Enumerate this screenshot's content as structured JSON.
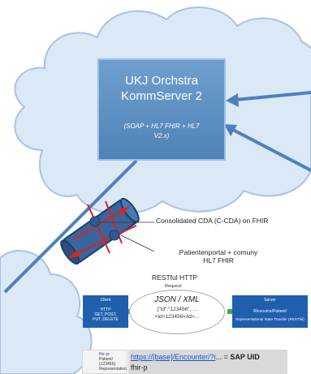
{
  "server": {
    "title_line1": "UKJ Orchstra",
    "title_line2": "KommServer 2",
    "subtitle_line1": "(SOAP + HL7 FHIR + HL7",
    "subtitle_line2": "V2.x)"
  },
  "labels": {
    "cda": "Consolidated CDA (C-CDA) on FHIR",
    "portal_line1": "Patientenportal + comuny",
    "portal_line2": "HL7 FHIR"
  },
  "rest": {
    "title": "RESTful HTTP",
    "request": "Request",
    "client_title": "Client",
    "client_line1": "HTTP",
    "client_line2": "GET, POST,",
    "client_line3": "PUT, DELETE",
    "format": "JSON / XML",
    "json_example": "{\"id\":\"123456\", ...",
    "xml_example": "<id>123456</id>...",
    "server_title": "Server",
    "server_line1": "/Resource/Patient/",
    "server_line2": "Representational State Transfer (RESTful)"
  },
  "link": {
    "url": "https://[base]/Encounter/?i",
    "ellipsis": "... ",
    "equals": "= ",
    "sap": "SAP UID",
    "sub": "fhir-p"
  },
  "doc_snippet": {
    "line1": "fhir-pr",
    "line2": "Patient/",
    "line3": "{123456}",
    "line4": "Representation"
  },
  "colors": {
    "cloud_fill": "#dbe8f5",
    "cloud_stroke": "#a9c3e0",
    "server_fill": "#5b8ec4",
    "arrow_blue": "#4f7fbd",
    "cylinder": "#2f5a8f",
    "red_arrow": "#e02020",
    "rest_blue": "#1f5fae"
  }
}
